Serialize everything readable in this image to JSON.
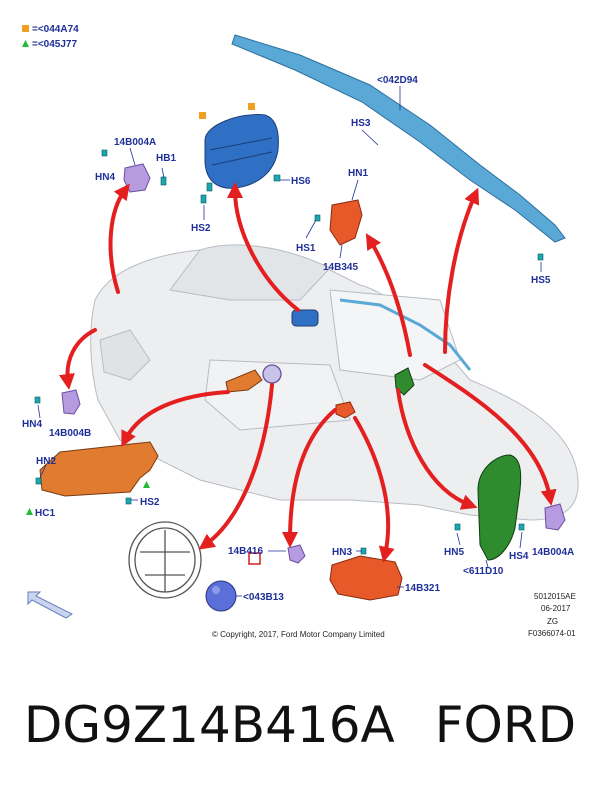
{
  "legend": [
    {
      "marker": "square",
      "color": "#f0a020",
      "text": "=<044A74"
    },
    {
      "marker": "triangle",
      "color": "#22bb33",
      "text": "=<045J77"
    }
  ],
  "labels": {
    "curtain": "<042D94",
    "hs3": "HS3",
    "hs5": "HS5",
    "b004a_top": "14B004A",
    "hb1": "HB1",
    "hn4_top": "HN4",
    "hs6": "HS6",
    "hs2_top": "HS2",
    "hn1": "HN1",
    "hs1": "HS1",
    "b345": "14B345",
    "hn4_left": "HN4",
    "b004b": "14B004B",
    "hn2": "HN2",
    "hc1": "HC1",
    "hs2_bottom": "HS2",
    "b416": "14B416",
    "hn3": "HN3",
    "b321": "14B321",
    "b043": "<043B13",
    "hn5": "HN5",
    "d611": "<611D10",
    "hs4": "HS4",
    "b004a_right": "14B004A"
  },
  "meta": {
    "code1": "5012015AE",
    "date": "06-2017",
    "code2": "ZG",
    "fig": "F0366074-01",
    "copyright": "© Copyright, 2017, Ford Motor Company Limited"
  },
  "caption": {
    "part_number": "DG9Z14B416A",
    "brand": "FORD"
  }
}
